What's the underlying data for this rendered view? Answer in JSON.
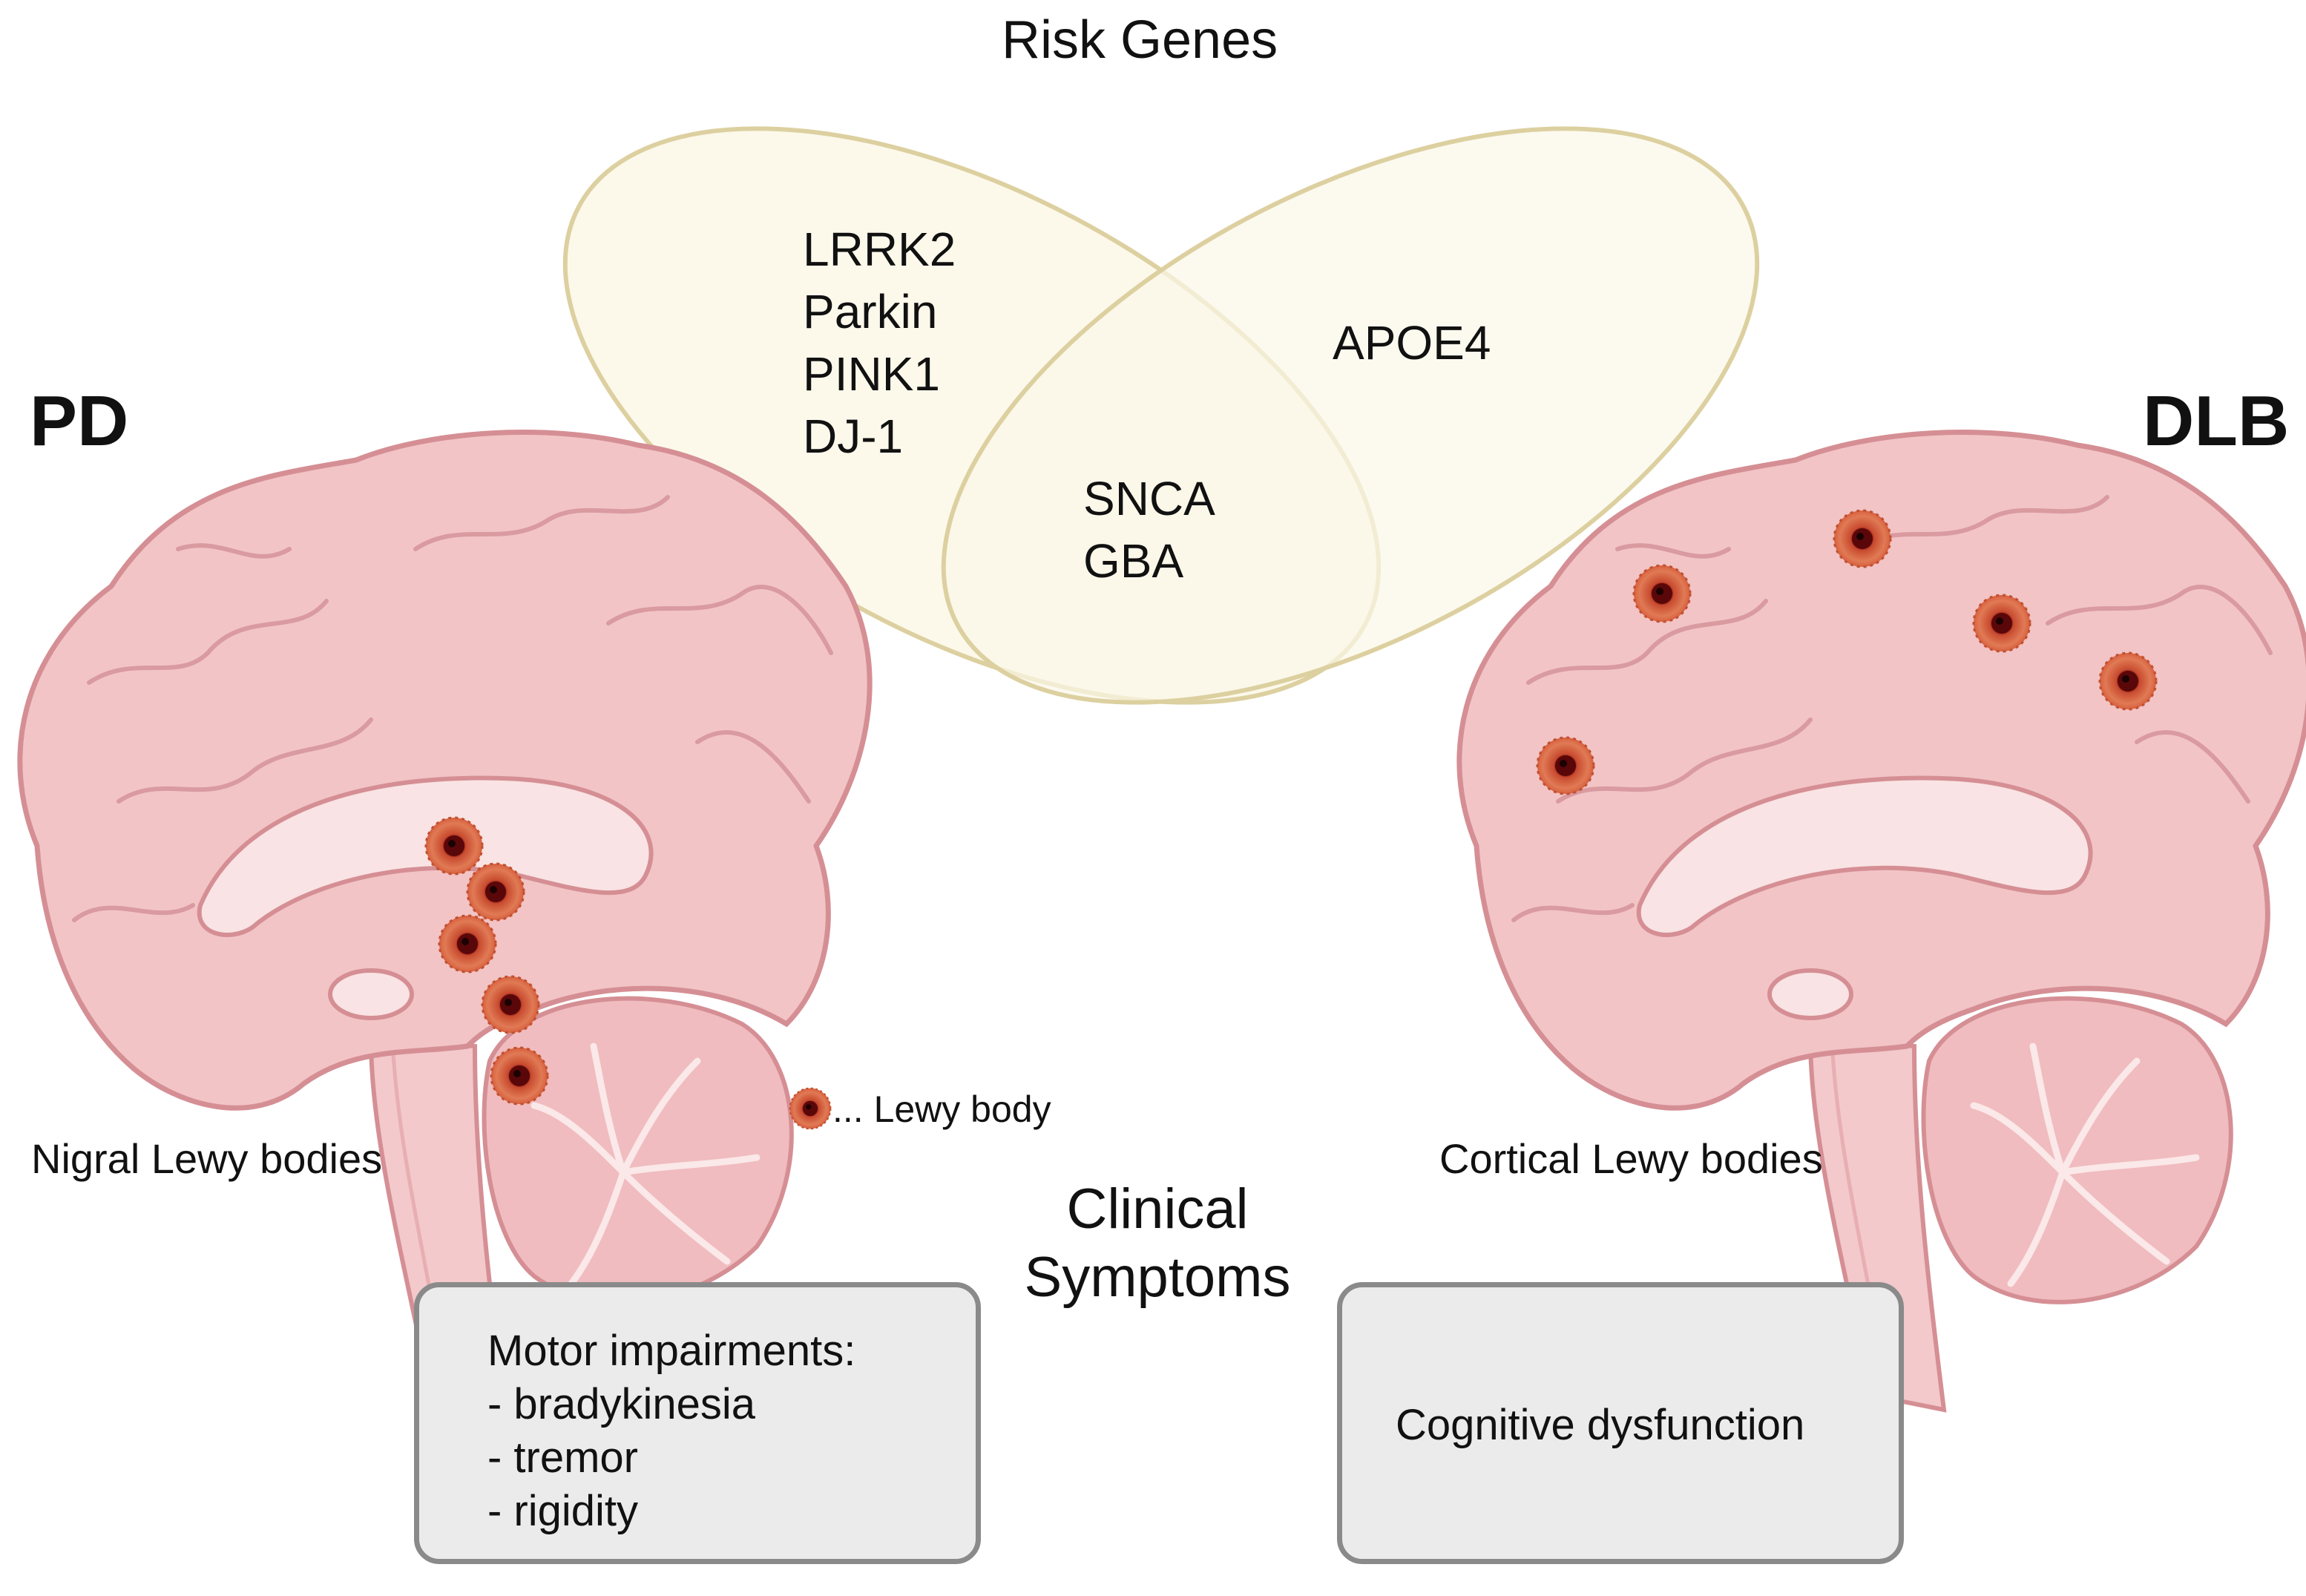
{
  "venn": {
    "title": "Risk Genes",
    "left_genes": [
      "LRRK2",
      "Parkin",
      "PINK1",
      "DJ-1"
    ],
    "right_genes": [
      "APOE4"
    ],
    "shared_genes": [
      "SNCA",
      "GBA"
    ],
    "ellipse_fill": "#fbf8e8",
    "ellipse_stroke": "#ddd0a0"
  },
  "pd": {
    "label": "PD",
    "caption": "Nigral Lewy bodies",
    "symptom_lines": [
      "Motor impairments:",
      "- bradykinesia",
      "- tremor",
      "- rigidity"
    ]
  },
  "dlb": {
    "label": "DLB",
    "caption": "Cortical Lewy bodies",
    "symptom_lines": [
      "Cognitive dysfunction"
    ]
  },
  "legend": {
    "text": "... Lewy body"
  },
  "clinical": {
    "title_lines": [
      "Clinical",
      "Symptoms"
    ]
  },
  "colors": {
    "brain_fill": "#f2c4c6",
    "brain_stroke": "#d58f94",
    "brain_inner": "#f9e3e4",
    "lewy_outer": "#d8603f",
    "lewy_inner": "#7a0f12",
    "box_fill": "#ebebeb",
    "box_stroke": "#8a8a8a"
  },
  "icons": {
    "brain": "brain-sagittal-icon",
    "lewy": "lewy-body-icon"
  }
}
